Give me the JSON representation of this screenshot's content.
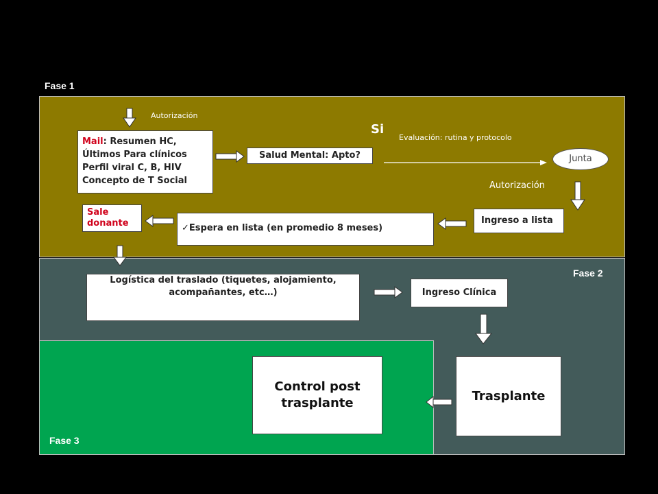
{
  "phases": {
    "phase1": "Fase 1",
    "phase2": "Fase 2",
    "phase3": "Fase 3"
  },
  "labels": {
    "autorizacion_top": "Autorización",
    "si": "Si",
    "evaluacion": "Evaluación: rutina y protocolo",
    "autorizacion_mid": "Autorización"
  },
  "boxes": {
    "mail": {
      "prefix": "Mail",
      "line1_rest": ": Resumen HC,",
      "line2": "Últimos Para clínicos",
      "line3": "Perfil viral C, B, HIV",
      "line4": "Concepto de T Social"
    },
    "salud_mental": "Salud Mental: Apto?",
    "junta": "Junta",
    "ingreso_lista": "Ingreso a lista",
    "espera": "Espera en lista (en promedio 8 meses)",
    "espera_check": "✓",
    "sale_donante": "Sale donante",
    "logistica": "Logística del traslado (tiquetes, alojamiento, acompañantes, etc…)",
    "ingreso_clinica": "Ingreso Clínica",
    "trasplante": "Trasplante",
    "control_post": "Control post trasplante"
  },
  "colors": {
    "phase1_bg": "#8d7a00",
    "phase2_bg": "#435b5a",
    "phase3_bg": "#00a550",
    "accent_red": "#d0021b"
  }
}
